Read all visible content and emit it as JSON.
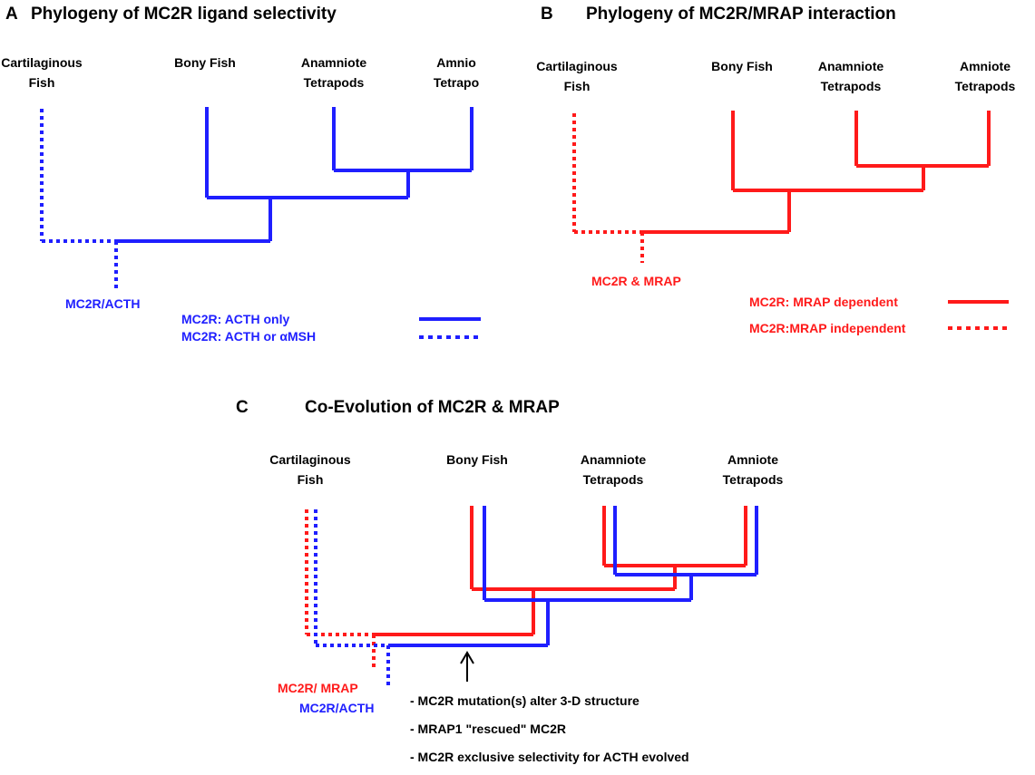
{
  "colors": {
    "blue": "#1f1fff",
    "red": "#ff1a1a",
    "black": "#000000"
  },
  "panel_a": {
    "letter": "A",
    "title": "Phylogeny of MC2R ligand selectivity",
    "taxa": [
      "Cartilaginous Fish",
      "Bony Fish",
      "Anamniote Tetrapods",
      "Amnio Tetrapo"
    ],
    "root_label": "MC2R/ACTH",
    "legend": {
      "solid": "MC2R: ACTH only",
      "dotted": "MC2R: ACTH or αMSH"
    }
  },
  "panel_b": {
    "letter": "B",
    "title": "Phylogeny of MC2R/MRAP interaction",
    "taxa": [
      "Cartilaginous Fish",
      "Bony Fish",
      "Anamniote Tetrapods",
      "Amniote Tetrapods"
    ],
    "root_label": "MC2R & MRAP",
    "legend": {
      "solid": "MC2R: MRAP dependent",
      "dotted": "MC2R:MRAP independent"
    }
  },
  "panel_c": {
    "letter": "C",
    "title": "Co-Evolution of MC2R & MRAP",
    "taxa": [
      "Cartilaginous Fish",
      "Bony Fish",
      "Anamniote Tetrapods",
      "Amniote Tetrapods"
    ],
    "root_labels": {
      "red": "MC2R/ MRAP",
      "blue": "MC2R/ACTH"
    },
    "notes": [
      "- MC2R mutation(s) alter 3-D structure",
      "- MRAP1 \"rescued\" MC2R",
      "- MC2R exclusive selectivity for ACTH evolved"
    ]
  }
}
